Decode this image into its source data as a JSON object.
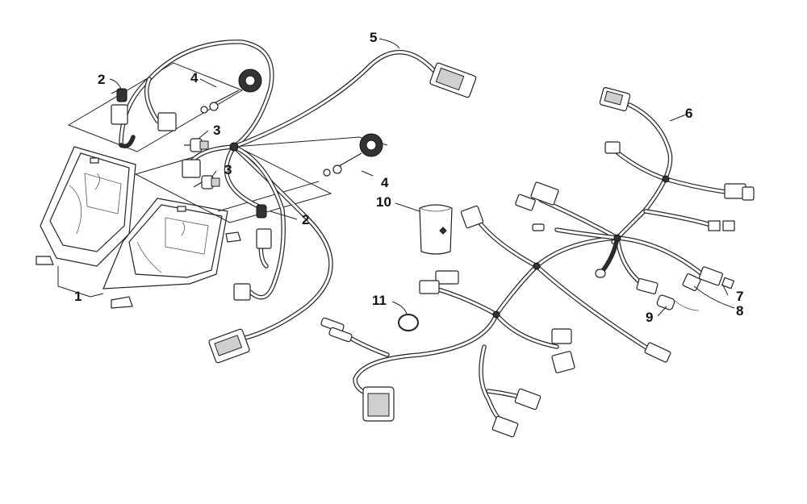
{
  "diagram": {
    "callouts": [
      {
        "id": "c1",
        "text": "1"
      },
      {
        "id": "c2a",
        "text": "2"
      },
      {
        "id": "c2b",
        "text": "2"
      },
      {
        "id": "c3a",
        "text": "3"
      },
      {
        "id": "c3b",
        "text": "3"
      },
      {
        "id": "c4a",
        "text": "4"
      },
      {
        "id": "c4b",
        "text": "4"
      },
      {
        "id": "c5",
        "text": "5"
      },
      {
        "id": "c6",
        "text": "6"
      },
      {
        "id": "c7",
        "text": "7"
      },
      {
        "id": "c8",
        "text": "8"
      },
      {
        "id": "c9",
        "text": "9"
      },
      {
        "id": "c10",
        "text": "10"
      },
      {
        "id": "c11",
        "text": "11"
      }
    ],
    "colors": {
      "line": "#2b2b2b",
      "background": "#ffffff"
    }
  }
}
